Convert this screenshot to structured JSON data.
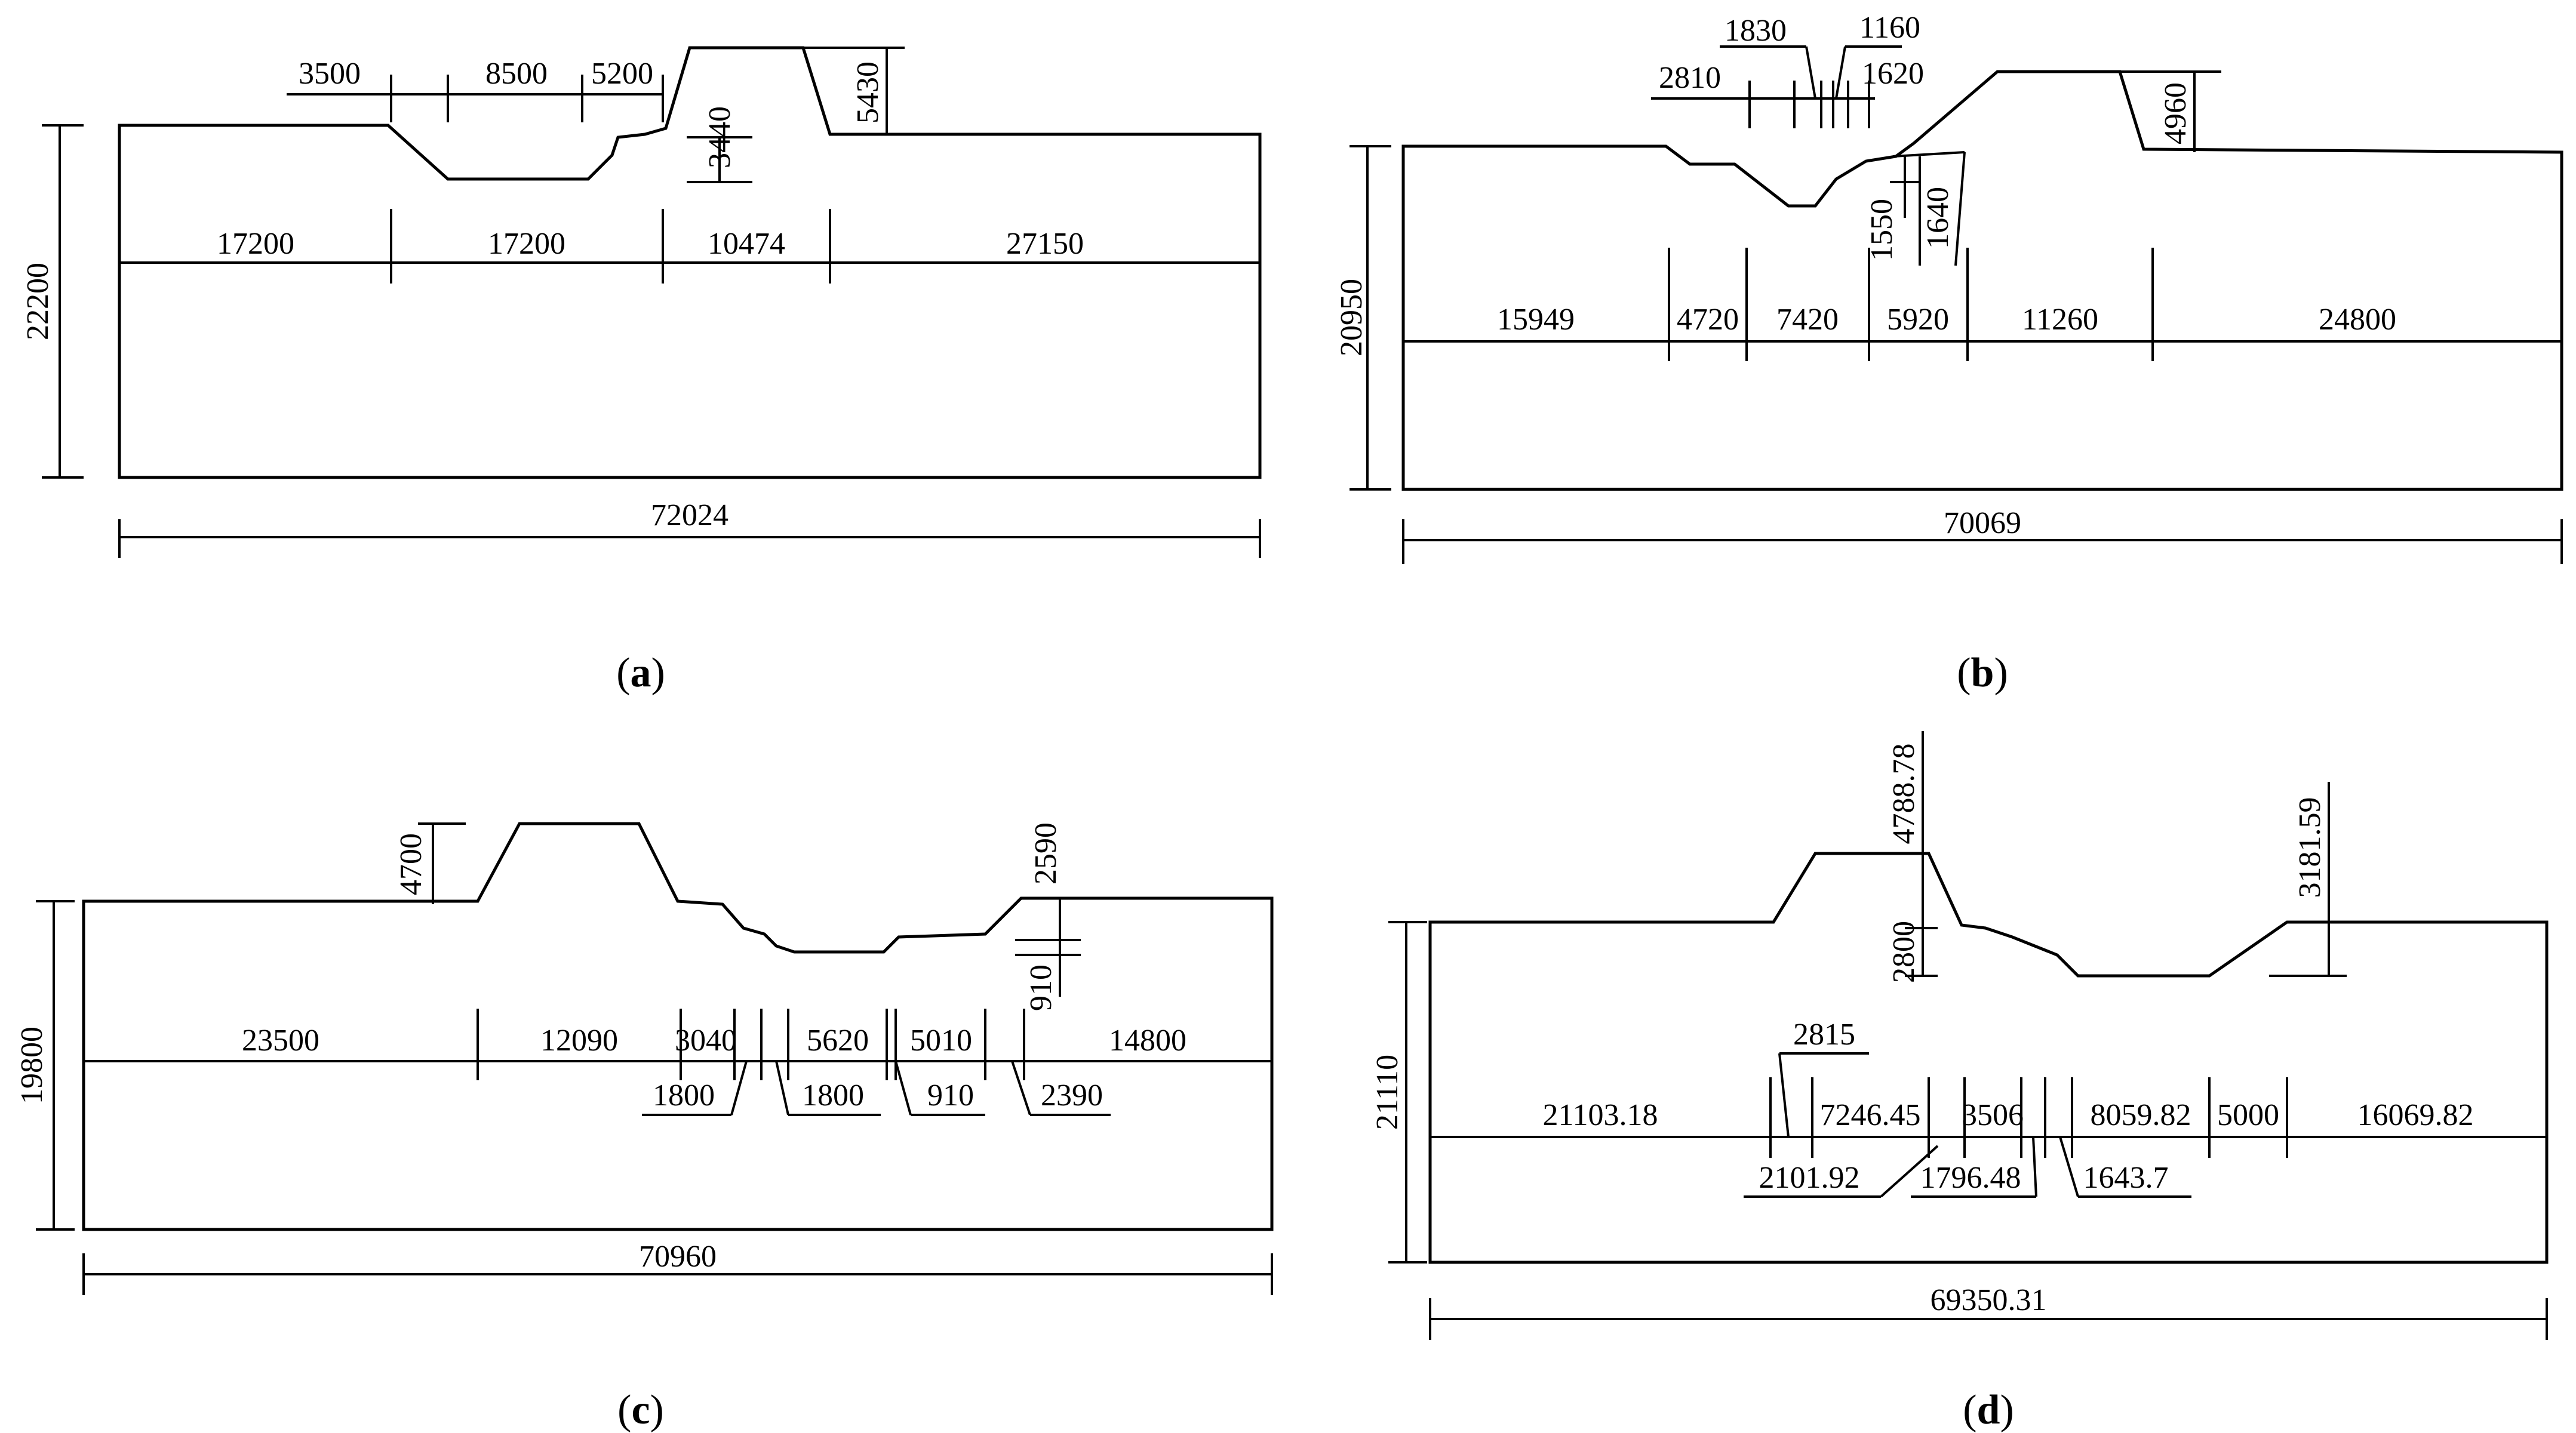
{
  "panels": [
    {
      "id": "a",
      "caption_letter": "a",
      "total_width": "72024",
      "height": "22200",
      "segments": [
        "17200",
        "17200",
        "10474",
        "27150"
      ],
      "top_dims": [
        "3500",
        "8500",
        "5200",
        "3440",
        "5430"
      ]
    },
    {
      "id": "b",
      "caption_letter": "b",
      "total_width": "70069",
      "height": "20950",
      "segments": [
        "15949",
        "4720",
        "7420",
        "5920",
        "11260",
        "24800"
      ],
      "top_dims": [
        "1830",
        "1160",
        "2810",
        "1620",
        "4960",
        "1550",
        "1640"
      ]
    },
    {
      "id": "c",
      "caption_letter": "c",
      "total_width": "70960",
      "height": "19800",
      "segments": [
        "23500",
        "12090",
        "3040",
        "5620",
        "5010",
        "14800"
      ],
      "top_dims": [
        "4700",
        "2590",
        "910",
        "1800",
        "1800",
        "910",
        "2390"
      ]
    },
    {
      "id": "d",
      "caption_letter": "d",
      "total_width": "69350.31",
      "height": "21110",
      "segments": [
        "21103.18",
        "7246.45",
        "3506",
        "8059.82",
        "5000",
        "16069.82"
      ],
      "top_dims": [
        "4788.78",
        "3181.59",
        "2800",
        "2815",
        "2101.92",
        "1796.48",
        "1643.7"
      ]
    }
  ]
}
